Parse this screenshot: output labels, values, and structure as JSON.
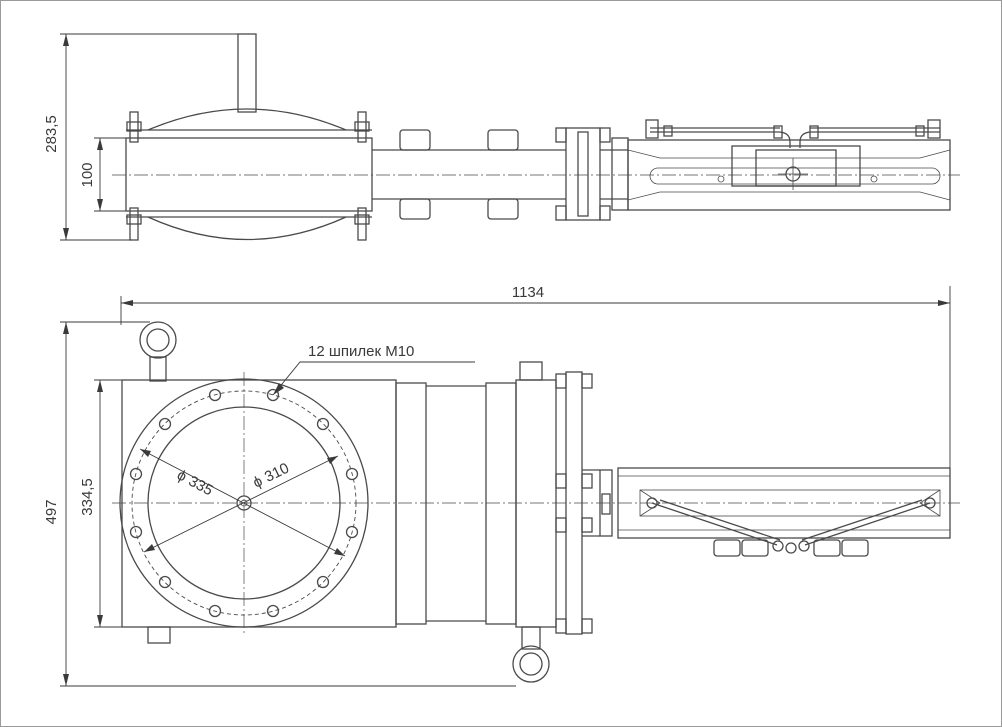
{
  "dimensions": {
    "top_height": "283,5",
    "top_bore": "100",
    "overall_length": "1134",
    "overall_height": "497",
    "body_height": "334,5",
    "diameter_outer": "335",
    "diameter_inner": "310",
    "diameter_symbol": "ϕ"
  },
  "labels": {
    "studs_note": "12 шпилек М10"
  },
  "colors": {
    "line": "#4a4a4a",
    "border": "#9a9a9a",
    "background": "#ffffff"
  }
}
